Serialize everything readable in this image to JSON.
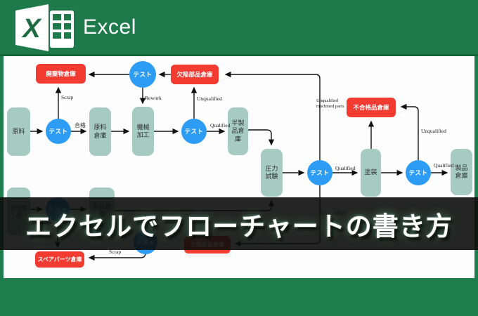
{
  "header": {
    "app_name": "Excel",
    "logo_letter": "X"
  },
  "banner": {
    "title": "エクセルでフローチャートの書き方"
  },
  "colors": {
    "header_green": "#1F7A4B",
    "frame_green": "#1F7E4D",
    "process_node_green": "#A6CBC1",
    "test_node_blue": "#2D9CF4",
    "storage_node_red": "#F23B31",
    "banner_overlay": "rgba(12,13,12,0.9)"
  },
  "diagram": {
    "test_label": "テスト",
    "process_nodes": [
      {
        "id": "raw-material",
        "label": "原料"
      },
      {
        "id": "raw-material-warehouse",
        "label": "原料倉庫"
      },
      {
        "id": "machining",
        "label": "機械加工"
      },
      {
        "id": "semi-finished-warehouse",
        "label": "半製品倉庫"
      },
      {
        "id": "pressure-test",
        "label": "圧力試験"
      },
      {
        "id": "painting",
        "label": "塗装"
      },
      {
        "id": "product-warehouse",
        "label": "製品倉庫"
      },
      {
        "id": "outsourced-parts",
        "label": "外注部品"
      },
      {
        "id": "parts-warehouse",
        "label": "部品倉庫"
      }
    ],
    "storage_nodes": [
      {
        "id": "waste-warehouse",
        "label": "廃棄物倉庫"
      },
      {
        "id": "defective-parts-warehouse-top",
        "label": "欠陥部品倉庫"
      },
      {
        "id": "rejected-products-warehouse",
        "label": "不合格品倉庫"
      },
      {
        "id": "defective-parts-warehouse-bottom",
        "label": "欠陥部品倉庫"
      },
      {
        "id": "spare-parts-warehouse",
        "label": "スペアパーツ倉庫"
      }
    ],
    "edge_labels": {
      "pass": "合格",
      "scrap_top": "Scrap",
      "rework": "Rework",
      "unqualified_top": "Unqualified",
      "qualified_semi": "Qualified",
      "unqualified_machined": "Unqualified machined parts",
      "qualified_paint": "Qualified",
      "unqualified_paint_line": "Unqualified",
      "qualified_product": "Qualified",
      "unqualified_bottom": "Unqualified",
      "scrap_bottom": "Scrap"
    }
  }
}
